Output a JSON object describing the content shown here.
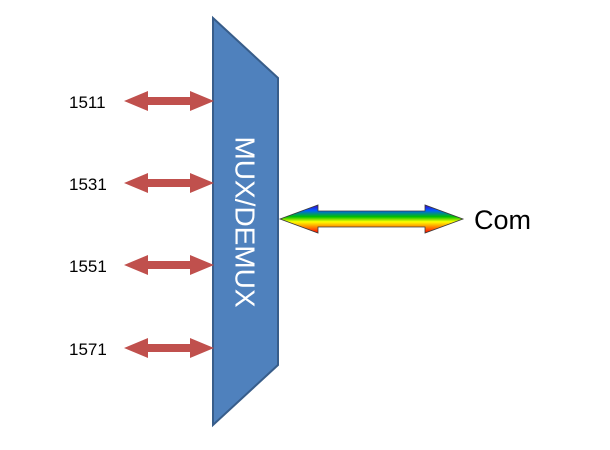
{
  "diagram": {
    "device_label": "MUX/DEMUX",
    "common_port_label": "Com",
    "wavelength_ports": [
      {
        "label": "1511"
      },
      {
        "label": "1531"
      },
      {
        "label": "1551"
      },
      {
        "label": "1571"
      }
    ]
  },
  "colors": {
    "device_fill": "#4f81bd",
    "device_stroke": "#385d8a",
    "port_arrow": "#c0504d",
    "rainbow": [
      "#3a00c8",
      "#0060ff",
      "#00c000",
      "#ffff00",
      "#ff8000",
      "#ff0000"
    ]
  }
}
